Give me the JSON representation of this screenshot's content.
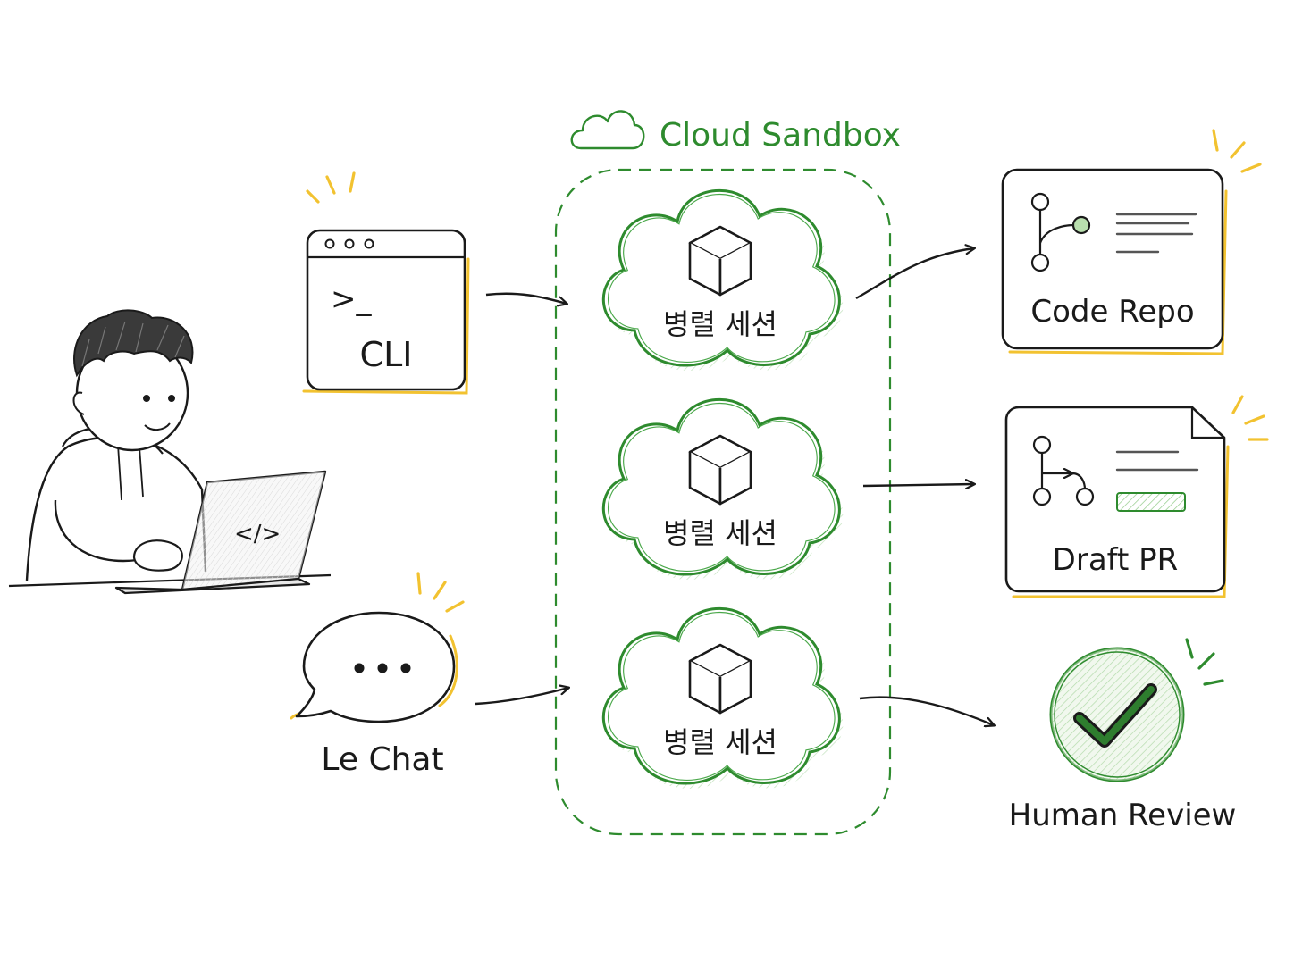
{
  "colors": {
    "ink": "#1a1a1a",
    "green": "#2e8b2e",
    "yellow": "#f2c230",
    "green_fill": "#b9dfae"
  },
  "sandbox": {
    "title": "Cloud Sandbox",
    "icon": "cloud-icon"
  },
  "sources": {
    "cli": {
      "label": "CLI",
      "prompt": ">_",
      "icon": "terminal-window-icon"
    },
    "chat": {
      "label": "Le Chat",
      "icon": "chat-bubble-icon"
    }
  },
  "user": {
    "laptop_code": "</>",
    "icon": "developer-with-laptop-icon"
  },
  "sessions": [
    {
      "label": "병렬 세션",
      "icon": "cube-icon"
    },
    {
      "label": "병렬 세션",
      "icon": "cube-icon"
    },
    {
      "label": "병렬 세션",
      "icon": "cube-icon"
    }
  ],
  "outputs": {
    "repo": {
      "label": "Code Repo",
      "icon": "git-branch-icon"
    },
    "pr": {
      "label": "Draft PR",
      "icon": "pull-request-icon"
    },
    "review": {
      "label": "Human Review",
      "icon": "check-circle-icon"
    }
  }
}
